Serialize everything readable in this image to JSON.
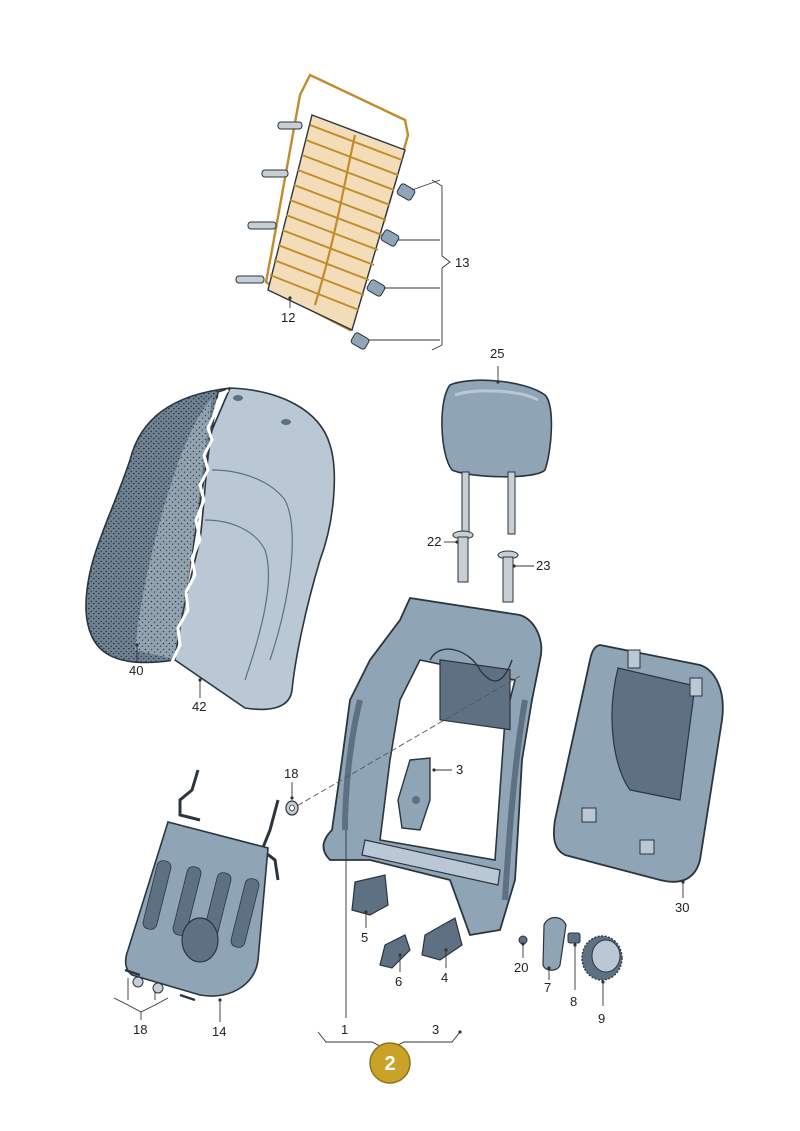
{
  "labels": {
    "l1": "1",
    "l2": "2",
    "l3a": "3",
    "l3b": "3",
    "l4": "4",
    "l5": "5",
    "l6": "6",
    "l7": "7",
    "l8": "8",
    "l9": "9",
    "l12": "12",
    "l13": "13",
    "l14": "14",
    "l18a": "18",
    "l18b": "18",
    "l20": "20",
    "l22": "22",
    "l23": "23",
    "l25": "25",
    "l30": "30",
    "l40": "40",
    "l42": "42"
  },
  "colors": {
    "badge_fill": "#c9a227",
    "badge_stroke": "#8f7316",
    "mat_fill": "#f3ddb8",
    "mat_wire": "#c28c2c",
    "part_light": "#b9c8d4",
    "part_mid": "#8fa4b4",
    "part_dark": "#5d7183"
  }
}
